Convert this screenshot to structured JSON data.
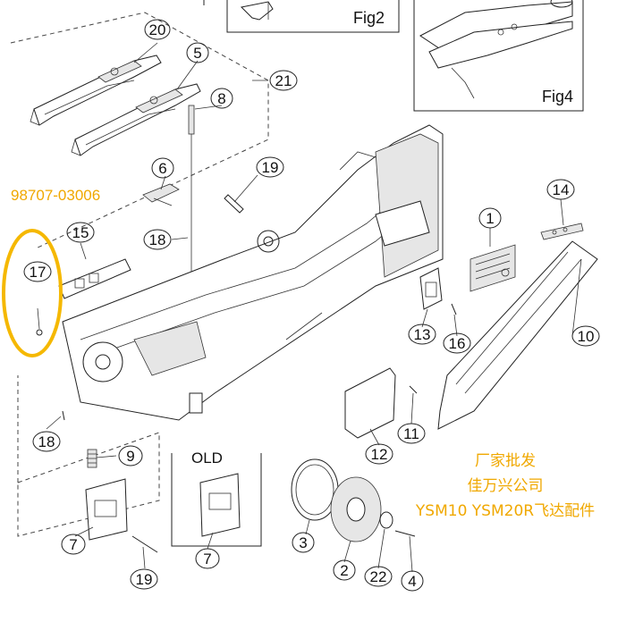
{
  "figures": {
    "fig2": "Fig2",
    "fig4": "Fig4",
    "old": "OLD"
  },
  "part_number_annotation": "98707-03006",
  "callouts": {
    "c1": "1",
    "c2": "2",
    "c3": "3",
    "c4": "4",
    "c5": "5",
    "c6": "6",
    "c7a": "7",
    "c7b": "7",
    "c8": "8",
    "c9": "9",
    "c10": "10",
    "c11": "11",
    "c12": "12",
    "c13": "13",
    "c14": "14",
    "c15": "15",
    "c16": "16",
    "c17": "17",
    "c18a": "18",
    "c18b": "18",
    "c19a": "19",
    "c19b": "19",
    "c20": "20",
    "c21": "21",
    "c22": "22"
  },
  "watermark": {
    "line1": "厂家批发",
    "line2": "佳万兴公司",
    "line3": "YSM10 YSM20R飞达配件"
  },
  "colors": {
    "annotation": "#f0a800",
    "highlight_circle": "#f5b800",
    "line": "#222222"
  }
}
